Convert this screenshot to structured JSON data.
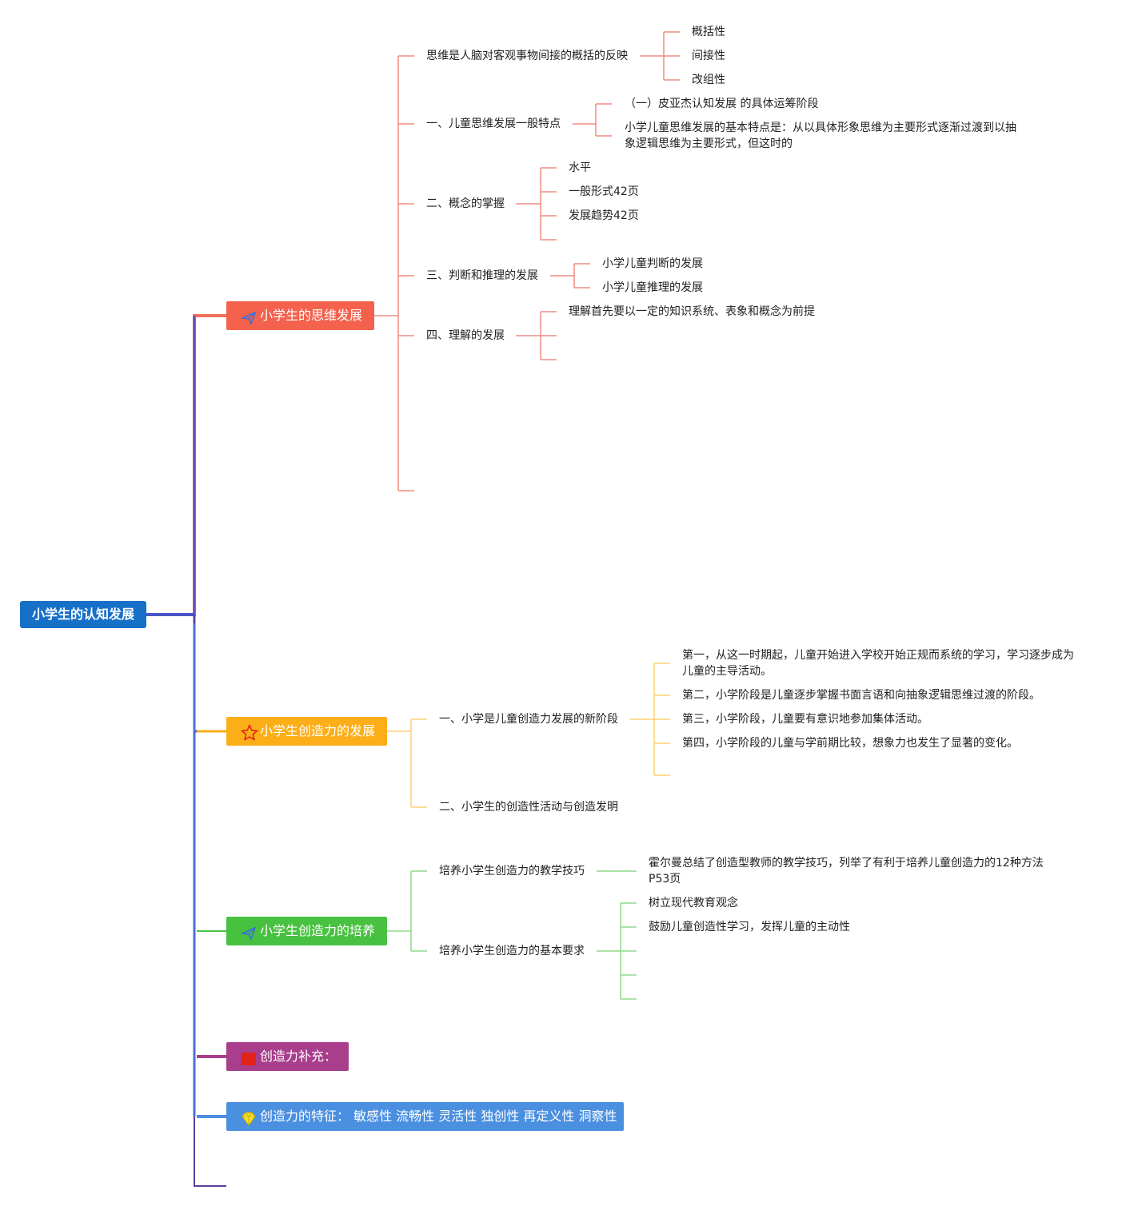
{
  "root": {
    "label": "小学生的认知发展"
  },
  "colors": {
    "root": "#1670c8",
    "thinking": "#f4614c",
    "creativity": "#fbae17",
    "fostering": "#48c141",
    "supplement": "#a83e8c",
    "features": "#4a8fe0"
  },
  "branches": {
    "thinking": {
      "label": "小学生的思维发展",
      "icon": "paper-plane-icon",
      "children": [
        {
          "label": "思维是人脑对客观事物间接的概括的反映",
          "children": [
            "概括性",
            "间接性",
            "改组性"
          ]
        },
        {
          "label": "一、儿童思维发展一般特点",
          "children": [
            "（一）皮亚杰认知发展 的具体运筹阶段",
            "小学儿童思维发展的基本特点是：从以具体形象思维为主要形式逐渐过渡到以抽象逻辑思维为主要形式，但这时的"
          ]
        },
        {
          "label": "二、概念的掌握",
          "children": [
            "水平",
            "一般形式42页",
            "发展趋势42页"
          ]
        },
        {
          "label": "三、判断和推理的发展",
          "children": [
            "小学儿童判断的发展",
            "小学儿童推理的发展"
          ]
        },
        {
          "label": "四、理解的发展",
          "children": [
            "理解首先要以一定的知识系统、表象和概念为前提"
          ]
        }
      ]
    },
    "creativity": {
      "label": "小学生创造力的发展",
      "icon": "star-icon",
      "children": [
        {
          "label": "一、小学是儿童创造力发展的新阶段",
          "children": [
            "第一，从这一时期起，儿童开始进入学校开始正规而系统的学习，学习逐步成为儿童的主导活动。",
            "第二，小学阶段是儿童逐步掌握书面言语和向抽象逻辑思维过渡的阶段。",
            "第三，小学阶段，儿童要有意识地参加集体活动。",
            "第四，小学阶段的儿童与学前期比较，想象力也发生了显著的变化。"
          ]
        },
        {
          "label": "二、小学生的创造性活动与创造发明",
          "children": []
        }
      ]
    },
    "fostering": {
      "label": "小学生创造力的培养",
      "icon": "paper-plane-icon",
      "children": [
        {
          "label": "培养小学生创造力的教学技巧",
          "children": [
            "霍尔曼总结了创造型教师的教学技巧，列举了有利于培养儿童创造力的12种方法P53页"
          ]
        },
        {
          "label": "培养小学生创造力的基本要求",
          "children": [
            "树立现代教育观念",
            "鼓励儿童创造性学习，发挥儿童的主动性"
          ]
        }
      ]
    },
    "supplement": {
      "label": "创造力补充：",
      "icon": "flag-icon"
    },
    "features": {
      "label": "创造力的特征： 敏感性 流畅性 灵活性 独创性 再定义性 洞察性",
      "icon": "diamond-icon"
    }
  }
}
